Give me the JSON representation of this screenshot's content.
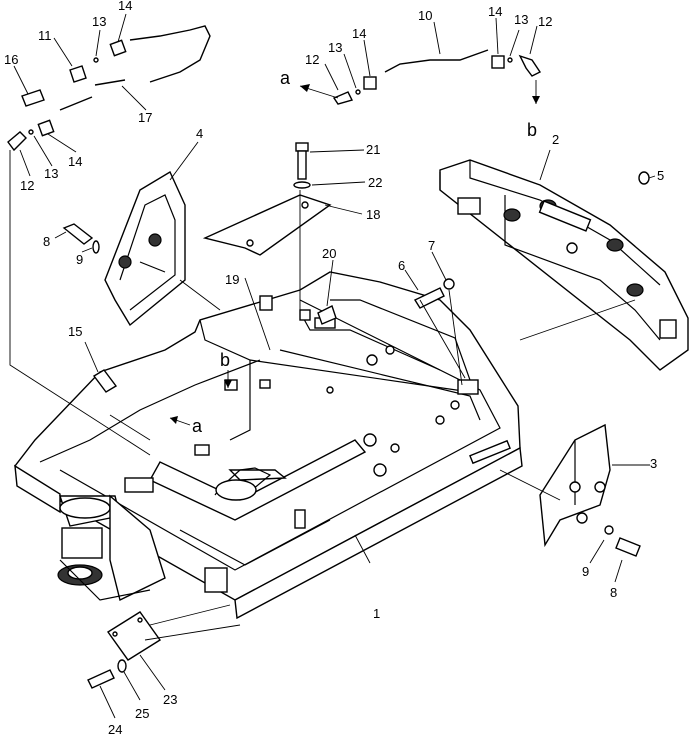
{
  "callouts": {
    "c1": "1",
    "c2": "2",
    "c3": "3",
    "c4": "4",
    "c5": "5",
    "c6": "6",
    "c7": "7",
    "c8a": "8",
    "c8b": "8",
    "c9a": "9",
    "c9b": "9",
    "c10": "10",
    "c11": "11",
    "c12a": "12",
    "c12b": "12",
    "c12c": "12",
    "c13a": "13",
    "c13b": "13",
    "c13c": "13",
    "c13d": "13",
    "c14a": "14",
    "c14b": "14",
    "c14c": "14",
    "c14d": "14",
    "c15": "15",
    "c16": "16",
    "c17": "17",
    "c18": "18",
    "c19": "19",
    "c20": "20",
    "c21": "21",
    "c22": "22",
    "c23": "23",
    "c24": "24",
    "c25": "25"
  },
  "refs": {
    "a_top": "a",
    "b_top": "b",
    "a_frame": "a",
    "b_frame": "b"
  }
}
